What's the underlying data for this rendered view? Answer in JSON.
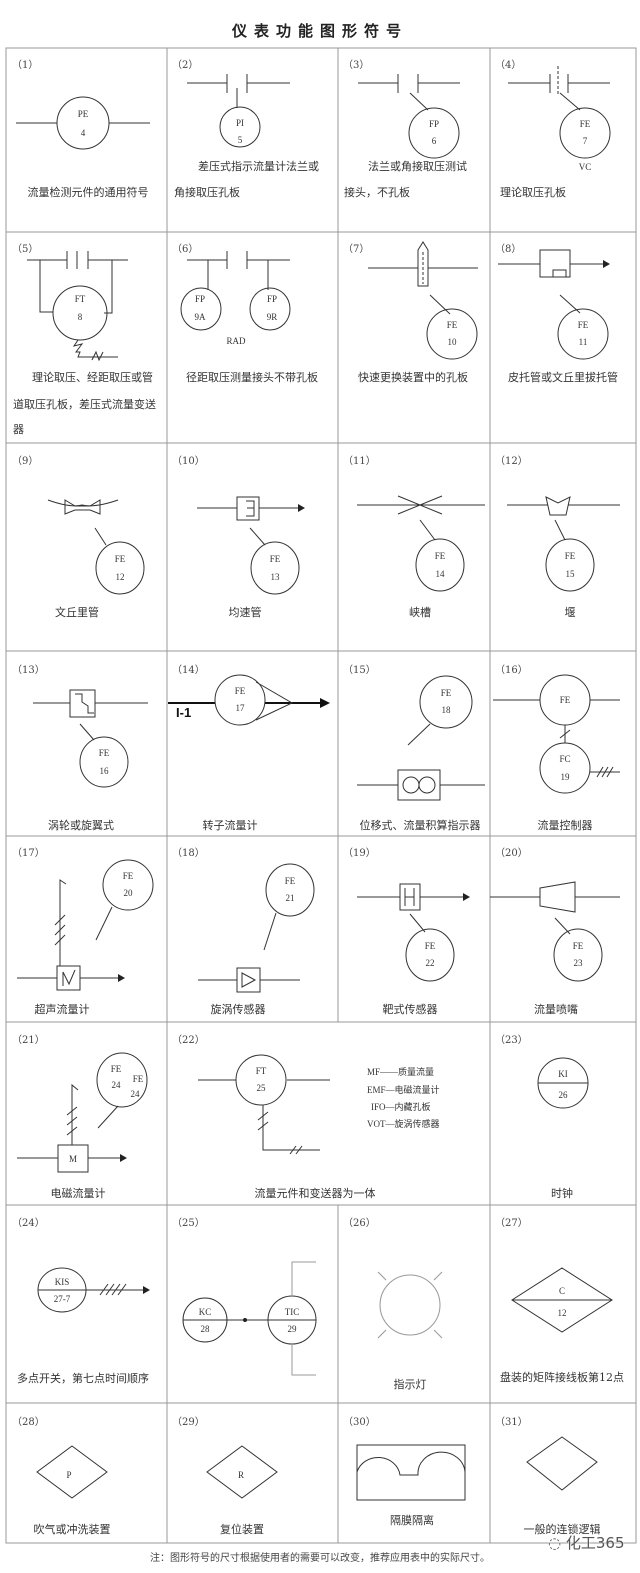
{
  "title": "仪表功能图形符号",
  "note": "注：图形符号的尺寸根据使用者的需要可以改变，推荐应用表中的实际尺寸。",
  "watermark": "化工365",
  "cells": [
    {
      "num": "（1）",
      "tag": "PE",
      "no": "4",
      "caption": [
        "流量检测元件的通用符号"
      ]
    },
    {
      "num": "（2）",
      "tag": "PI",
      "no": "5",
      "caption": [
        "差压式指示流量计法兰或",
        "角接取压孔板"
      ]
    },
    {
      "num": "（3）",
      "tag": "FP",
      "no": "6",
      "caption": [
        "法兰或角接取压测试",
        "接头，不孔板"
      ]
    },
    {
      "num": "（4）",
      "tag": "FE",
      "no": "7",
      "extra": "VC",
      "caption": [
        "理论取压孔板"
      ]
    },
    {
      "num": "（5）",
      "tag": "FT",
      "no": "8",
      "caption": [
        "理论取压、经距取压或管",
        "道取压孔板，差压式流量变送",
        "器"
      ]
    },
    {
      "num": "（6）",
      "tag": "FP",
      "no": "9A",
      "tag2": "FP",
      "no2": "9R",
      "extra": "RAD",
      "caption": [
        "径距取压测量接头不带孔板"
      ]
    },
    {
      "num": "（7）",
      "tag": "FE",
      "no": "10",
      "caption": [
        "快速更换装置中的孔板"
      ]
    },
    {
      "num": "（8）",
      "tag": "FE",
      "no": "11",
      "caption": [
        "皮托管或文丘里拔托管"
      ]
    },
    {
      "num": "（9）",
      "tag": "FE",
      "no": "12",
      "caption": [
        "文丘里管"
      ]
    },
    {
      "num": "（10）",
      "tag": "FE",
      "no": "13",
      "caption": [
        "均速管"
      ]
    },
    {
      "num": "（11）",
      "tag": "FE",
      "no": "14",
      "caption": [
        "峡槽"
      ]
    },
    {
      "num": "（12）",
      "tag": "FE",
      "no": "15",
      "caption": [
        "堰"
      ]
    },
    {
      "num": "（13）",
      "tag": "FE",
      "no": "16",
      "caption": [
        "涡轮或旋翼式"
      ]
    },
    {
      "num": "（14）",
      "tag": "FE",
      "no": "17",
      "extra": "I-1",
      "caption": [
        "转子流量计"
      ]
    },
    {
      "num": "（15）",
      "tag": "FE",
      "no": "18",
      "caption": [
        "位移式、流量积算指示器"
      ]
    },
    {
      "num": "（16）",
      "tag": "FE",
      "no": "",
      "tag2": "FC",
      "no2": "19",
      "caption": [
        "流量控制器"
      ]
    },
    {
      "num": "（17）",
      "tag": "FE",
      "no": "20",
      "caption": [
        "超声流量计"
      ]
    },
    {
      "num": "（18）",
      "tag": "FE",
      "no": "21",
      "caption": [
        "旋涡传感器"
      ]
    },
    {
      "num": "（19）",
      "tag": "FE",
      "no": "22",
      "caption": [
        "靶式传感器"
      ]
    },
    {
      "num": "（20）",
      "tag": "FE",
      "no": "23",
      "caption": [
        "流量喷嘴"
      ]
    },
    {
      "num": "（21）",
      "tag": "FE",
      "no": "24",
      "tag2": "FE",
      "no2": "24",
      "box": "M",
      "caption": [
        "电磁流量计"
      ]
    },
    {
      "num": "（22）",
      "tag": "FT",
      "no": "25",
      "legend": [
        "MF——质量流量",
        "EMF—电磁流量计",
        "IFO—内藏孔板",
        "VOT—旋涡传感器"
      ],
      "caption": [
        "流量元件和变送器为一体"
      ]
    },
    {
      "num": "（23）",
      "tag": "KI",
      "no": "26",
      "caption": [
        "时钟"
      ]
    },
    {
      "num": "（24）",
      "tag": "KIS",
      "no": "27-7",
      "caption": [
        "多点开关，第七点时间顺序"
      ]
    },
    {
      "num": "（25）",
      "tag": "KC",
      "no": "28",
      "tag2": "TIC",
      "no2": "29",
      "caption": []
    },
    {
      "num": "（26）",
      "caption": [
        "指示灯"
      ]
    },
    {
      "num": "（27）",
      "tag": "C",
      "no": "12",
      "caption": [
        "盘装的矩阵接线板第12点"
      ]
    },
    {
      "num": "（28）",
      "tag": "P",
      "caption": [
        "吹气或冲洗装置"
      ]
    },
    {
      "num": "（29）",
      "tag": "R",
      "caption": [
        "复位装置"
      ]
    },
    {
      "num": "（30）",
      "caption": [
        "隔膜隔离"
      ]
    },
    {
      "num": "（31）",
      "caption": [
        "一般的连锁逻辑"
      ]
    }
  ]
}
